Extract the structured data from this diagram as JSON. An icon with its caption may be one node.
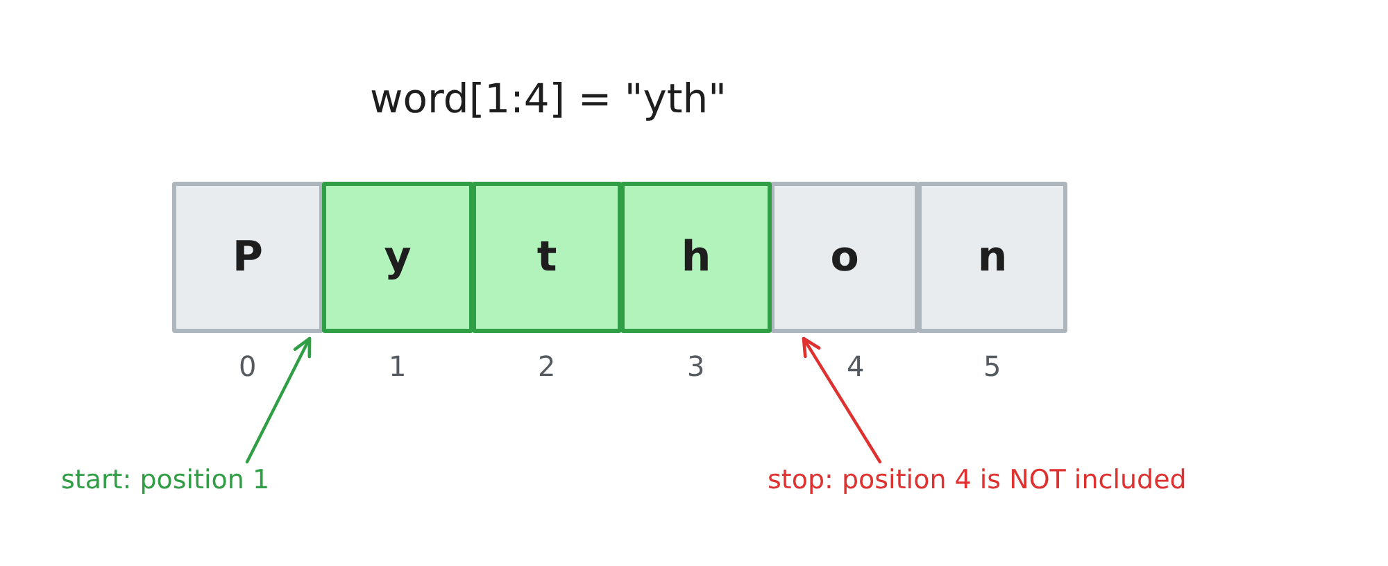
{
  "diagram": {
    "title": "word[1:4] = \"yth\"",
    "nodes": [
      {
        "text": [
          "P"
        ],
        "beside": [
          "0"
        ]
      },
      {
        "text": [
          "y"
        ],
        "beside": [
          "1"
        ]
      },
      {
        "text": [
          "t"
        ],
        "beside": [
          "2"
        ]
      },
      {
        "text": [
          "h"
        ],
        "beside": [
          "3"
        ]
      },
      {
        "text": [
          "o"
        ],
        "beside": [
          "4"
        ]
      },
      {
        "text": [
          "n"
        ],
        "beside": [
          "5"
        ]
      },
      {
        "text": [
          "start: position 1"
        ]
      },
      {
        "text": [
          "stop: position 4 is NOT included"
        ]
      }
    ],
    "edges": [
      {
        "from": 6,
        "to": 0,
        "arrow": "to",
        "color": "#2f9e44"
      },
      {
        "from": 7,
        "to": 4,
        "arrow": "to",
        "color": "#e03131"
      }
    ]
  }
}
